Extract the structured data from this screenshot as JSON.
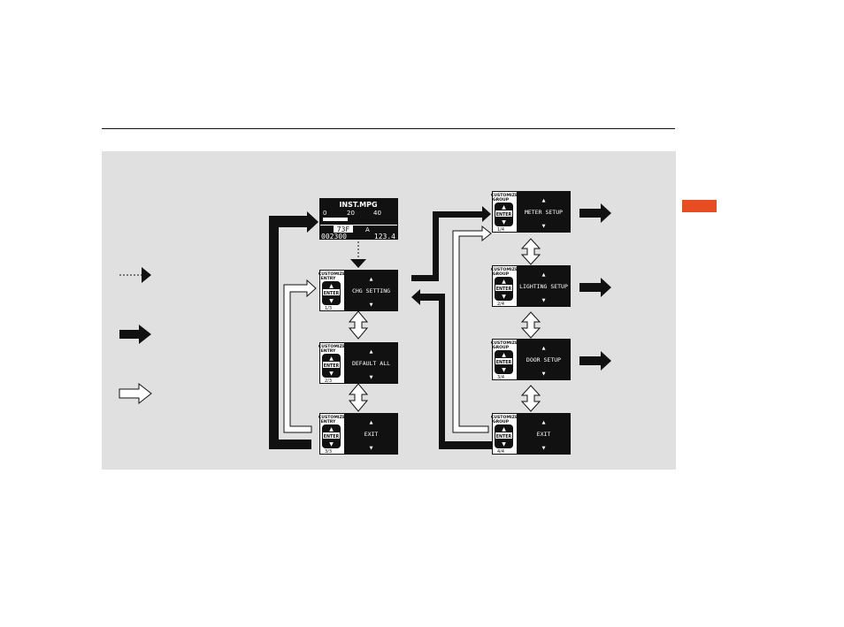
{
  "colors": {
    "panel": "#e0e0e0",
    "accent_tab": "#e84c22",
    "screen": "#111111"
  },
  "icons": [
    "dotted-arrow-icon",
    "black-arrow-icon",
    "white-arrow-icon"
  ],
  "odo_screen": {
    "title": "INST.MPG",
    "scale_0": "0",
    "scale_20": "20",
    "scale_40": "40",
    "temp": "73F",
    "trip": "A",
    "odometer": "002300",
    "tripmeter": "123.4"
  },
  "entry_menu": {
    "header_line1": "CUSTOMIZE",
    "header_line2": "ENTRY",
    "items": [
      {
        "label": "CHG SETTING",
        "page": "1/3"
      },
      {
        "label": "DEFAULT ALL",
        "page": "2/3"
      },
      {
        "label": "EXIT",
        "page": "3/3"
      }
    ]
  },
  "group_menu": {
    "header_line1": "CUSTOMIZE",
    "header_line2": "GROUP",
    "items": [
      {
        "label": "METER SETUP",
        "page": "1/4"
      },
      {
        "label": "LIGHTING SETUP",
        "page": "2/4"
      },
      {
        "label": "DOOR SETUP",
        "page": "3/4"
      },
      {
        "label": "EXIT",
        "page": "4/4"
      }
    ]
  },
  "enter_label": "ENTER",
  "up_glyph": "▲",
  "down_glyph": "▼"
}
